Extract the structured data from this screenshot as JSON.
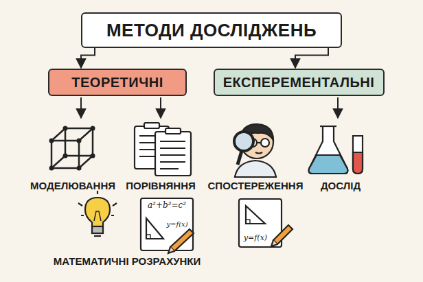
{
  "diagram": {
    "nodes": [
      {
        "text": [
          "МЕТОДИ ДОСЛІДЖЕНЬ"
        ]
      },
      {
        "text": [
          "ТЕОРЕТИЧНІ"
        ]
      },
      {
        "text": [
          "ЕКСПЕРЕМЕНТАЛЬНІ"
        ]
      }
    ],
    "edges": [
      {
        "from": 0,
        "to": 1,
        "arrow": "to"
      },
      {
        "from": 0,
        "to": 2,
        "arrow": "to"
      }
    ],
    "labels": [
      "МОДЕЛЮВАННЯ",
      "ПОРІВНЯННЯ",
      "СПОСТЕРЕЖЕННЯ",
      "ДОСЛІД",
      "a²+b²=c²",
      "y=f(x)",
      "y=f(x)",
      "МАТЕМАТИЧНІ РОЗРАХУНКИ"
    ]
  }
}
